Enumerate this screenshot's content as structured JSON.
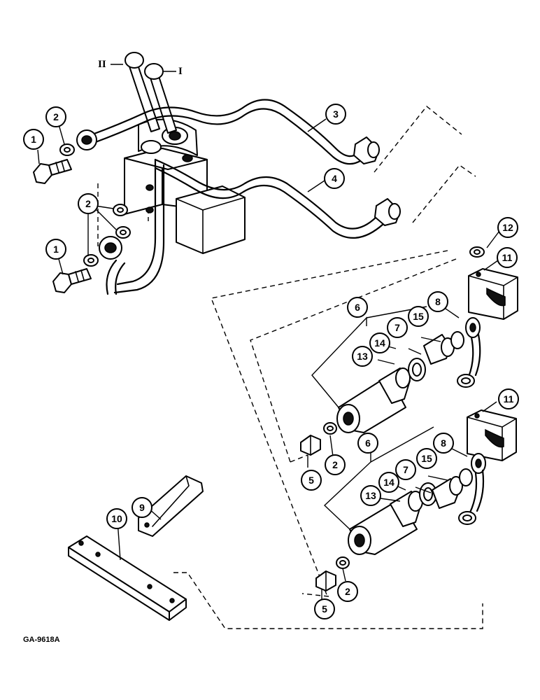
{
  "diagram": {
    "reference_code": "GA-9618A",
    "lever_labels": [
      "II",
      "I"
    ],
    "callouts": [
      "1",
      "2",
      "3",
      "4",
      "2",
      "1",
      "12",
      "11",
      "6",
      "8",
      "15",
      "7",
      "14",
      "13",
      "2",
      "5",
      "11",
      "6",
      "8",
      "15",
      "7",
      "14",
      "13",
      "2",
      "5",
      "9",
      "10"
    ]
  }
}
